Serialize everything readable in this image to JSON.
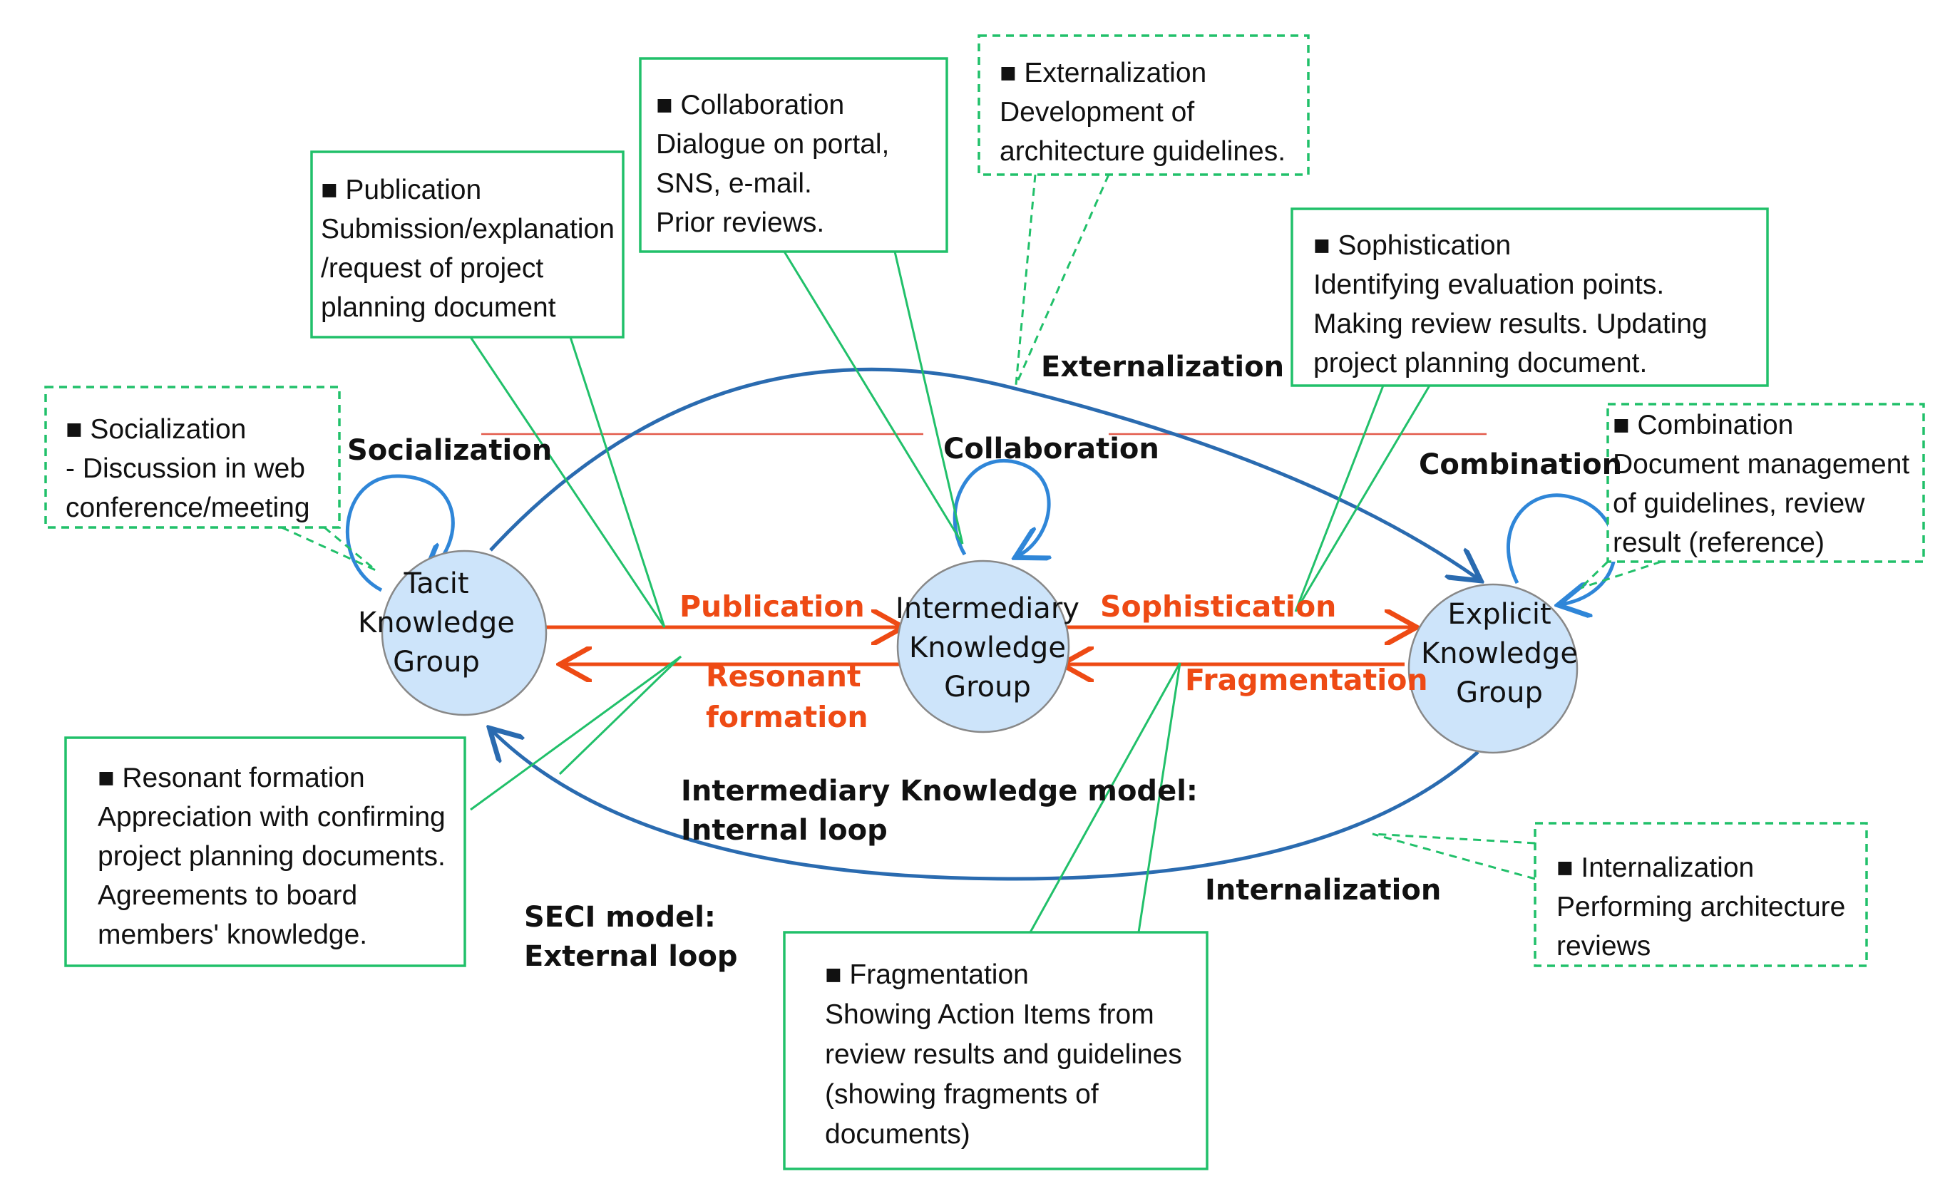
{
  "nodes": {
    "tacit": [
      "Tacit",
      "Knowledge",
      "Group"
    ],
    "intermediary": [
      "Intermediary",
      "Knowledge",
      "Group"
    ],
    "explicit": [
      "Explicit",
      "Knowledge",
      "Group"
    ]
  },
  "loops": {
    "socialization": "Socialization",
    "collaboration": "Collaboration",
    "combination": "Combination",
    "externalization": "Externalization",
    "internalization": "Internalization"
  },
  "flows": {
    "publication": [
      "Publication"
    ],
    "resonant": [
      "Resonant",
      "formation"
    ],
    "sophistication": [
      "Sophistication"
    ],
    "fragmentation": [
      "Fragmentation"
    ]
  },
  "models": {
    "intermediary_model": [
      "Intermediary Knowledge model:",
      "Internal loop"
    ],
    "seci_model": [
      "SECI model:",
      "External loop"
    ]
  },
  "callouts": {
    "socialization": [
      "■  Socialization",
      "- Discussion in web",
      "conference/meeting"
    ],
    "publication": [
      "■  Publication",
      "Submission/explanation",
      "/request of project",
      "planning document"
    ],
    "collaboration": [
      "■  Collaboration",
      "Dialogue on  portal,",
      "SNS, e-mail.",
      "Prior reviews."
    ],
    "externalization": [
      "■  Externalization",
      "Development of",
      "architecture guidelines."
    ],
    "sophistication": [
      "■  Sophistication",
      "Identifying evaluation points.",
      "Making review results. Updating",
      "project planning document."
    ],
    "combination": [
      "■  Combination",
      "Document management",
      "of guidelines, review",
      "result (reference)"
    ],
    "resonant": [
      "■  Resonant formation",
      "Appreciation with confirming",
      "project planning documents.",
      "Agreements to board",
      "members' knowledge."
    ],
    "fragmentation": [
      "■  Fragmentation",
      "Showing Action Items from",
      "review results and guidelines",
      "(showing fragments of",
      "documents)"
    ],
    "internalization": [
      "■  Internalization",
      "Performing architecture",
      "reviews"
    ]
  },
  "colors": {
    "node_fill": "#cde4fa",
    "node_stroke": "#888888",
    "outer_arc": "#2a6bb0",
    "self_loop": "#2f86d8",
    "flow_arrow": "#ee4a14",
    "callout_border": "#21c06a",
    "thin_red_line": "#e35a4a"
  }
}
